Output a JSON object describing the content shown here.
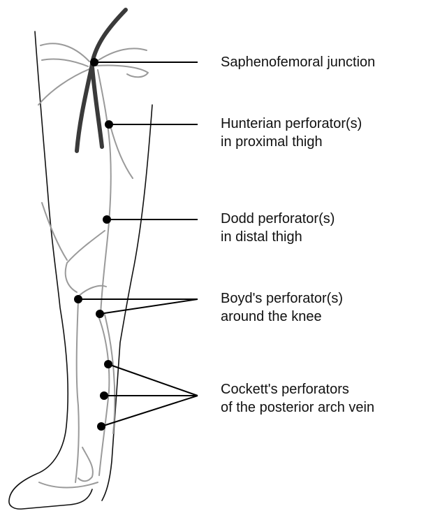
{
  "colors": {
    "background": "#ffffff",
    "leg_outline": "#111111",
    "vein_gray": "#9a9a9a",
    "great_saphenous_dark": "#3a3a3a",
    "marker": "#000000",
    "text": "#111111"
  },
  "labels": {
    "saphenofemoral": {
      "line1": "Saphenofemoral junction"
    },
    "hunterian": {
      "line1": "Hunterian perforator(s)",
      "line2": "in proximal thigh"
    },
    "dodd": {
      "line1": "Dodd perforator(s)",
      "line2": "in distal thigh"
    },
    "boyd": {
      "line1": "Boyd's perforator(s)",
      "line2": "around the knee"
    },
    "cockett": {
      "line1": "Cockett's perforators",
      "line2": "of the posterior arch vein"
    }
  }
}
